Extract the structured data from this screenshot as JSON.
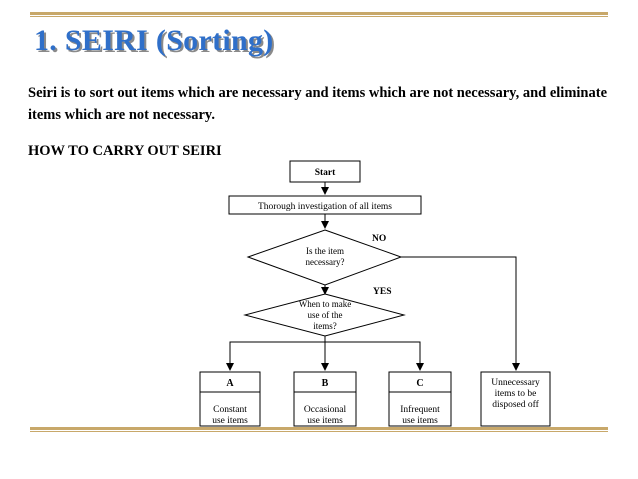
{
  "title": "1. SEIRI (Sorting)",
  "description": "Seiri is to sort out items which are necessary and items which are not necessary, and eliminate items which are not necessary.",
  "section_heading": "HOW TO CARRY OUT SEIRI",
  "flowchart": {
    "start": "Start",
    "investigation": "Thorough investigation of all items",
    "decision_necessary": [
      "Is the item",
      "necessary?"
    ],
    "decision_when": [
      "When to make",
      "use of the",
      "items?"
    ],
    "label_no": "NO",
    "label_yes": "YES",
    "outcomes": [
      {
        "letter": "A",
        "text": [
          "Constant",
          "use items"
        ]
      },
      {
        "letter": "B",
        "text": [
          "Occasional",
          "use items"
        ]
      },
      {
        "letter": "C",
        "text": [
          "Infrequent",
          "use items"
        ]
      }
    ],
    "unnecessary": [
      "Unnecessary",
      "items to be",
      "disposed off"
    ]
  }
}
